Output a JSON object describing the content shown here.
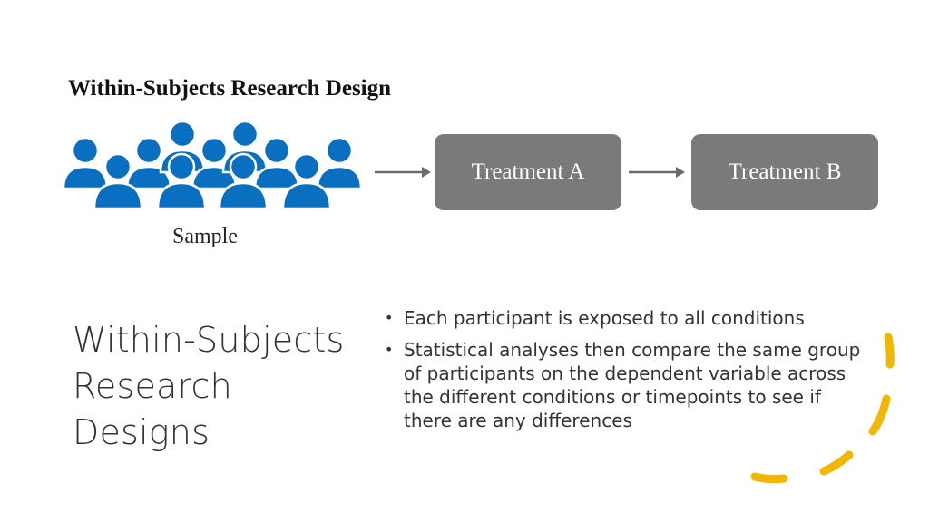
{
  "diagram": {
    "title": "Within-Subjects Research Design",
    "sample_label": "Sample",
    "boxes": [
      {
        "label": "Treatment A"
      },
      {
        "label": "Treatment B"
      }
    ],
    "people_icon": "group-of-people-icon",
    "colors": {
      "people": "#0a6fc0",
      "box": "#7a7a7a",
      "arrow": "#6b6b6b"
    }
  },
  "slide": {
    "title_lines": [
      "Within-Subjects",
      "Research",
      "Designs"
    ],
    "bullets": [
      "Each participant is exposed to all conditions",
      "Statistical analyses then compare the same group of participants on the dependent variable across the different conditions or timepoints to see if there are any differences"
    ],
    "accent_color": "#f2b705"
  }
}
